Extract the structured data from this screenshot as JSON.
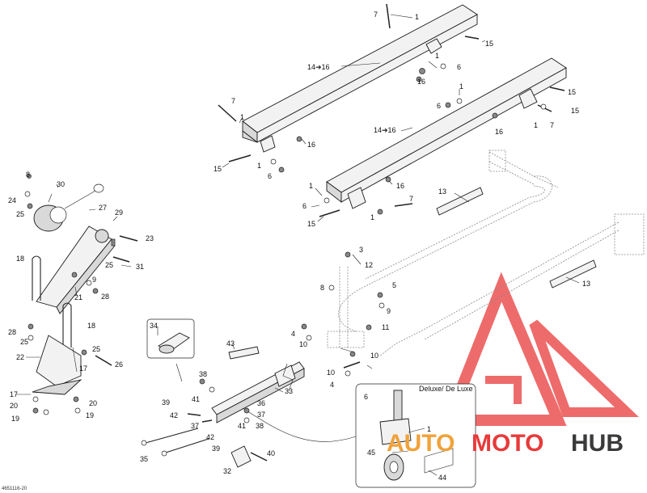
{
  "doc_id": "4651116-20",
  "inset_title": "Deluxe/ De Luxe",
  "callouts": {
    "c1": "1",
    "c3": "3",
    "c4": "4",
    "c5": "5",
    "c6": "6",
    "c7": "7",
    "c8": "8",
    "c9": "9",
    "c10": "10",
    "c11": "11",
    "c12": "12",
    "c13": "13",
    "c14_16": "14➔16",
    "c15": "15",
    "c16": "16",
    "c17": "17",
    "c18": "18",
    "c19": "19",
    "c20": "20",
    "c21": "21",
    "c22": "22",
    "c23": "23",
    "c24": "24",
    "c25": "25",
    "c26": "26",
    "c27": "27",
    "c28": "28",
    "c29": "29",
    "c30": "30",
    "c31": "31",
    "c32": "32",
    "c33": "33",
    "c34": "34",
    "c35": "35",
    "c36": "36",
    "c37": "37",
    "c38": "38",
    "c39": "39",
    "c40": "40",
    "c41": "41",
    "c42": "42",
    "c43": "43",
    "c44": "44",
    "c45": "45"
  },
  "watermark": {
    "auto": "AUTO",
    "moto": "MOTO",
    "hub": "HUB",
    "color_red": "#e83a3a",
    "color_orange": "#f0a23a",
    "color_dark": "#3a3a3a"
  }
}
